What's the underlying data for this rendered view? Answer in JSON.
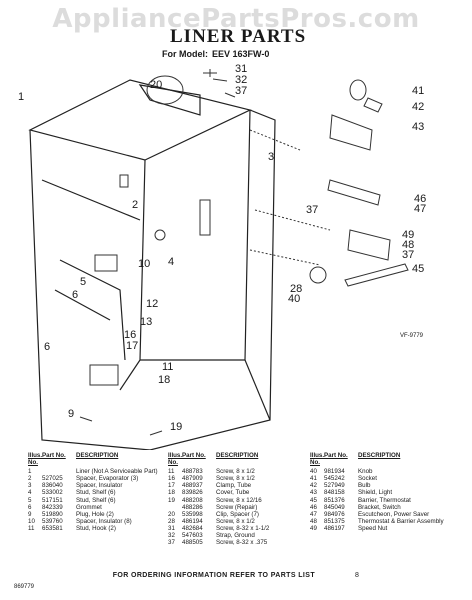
{
  "watermark": "AppliancePartsPros.com",
  "title": "LINER PARTS",
  "model": {
    "label": "For Model:",
    "value": "EEV 163FW-0"
  },
  "figure_ref": "VF-9779",
  "callouts": [
    "1",
    "2",
    "3",
    "4",
    "5",
    "6",
    "6",
    "9",
    "10",
    "11",
    "12",
    "13",
    "16",
    "17",
    "18",
    "19",
    "20",
    "28",
    "31",
    "32",
    "37",
    "37",
    "37",
    "40",
    "41",
    "42",
    "43",
    "45",
    "46",
    "47",
    "48",
    "49"
  ],
  "columns": {
    "illus": "Illus. No.",
    "part": "Part No.",
    "desc": "DESCRIPTION"
  },
  "parts": [
    {
      "no": "1",
      "part": "",
      "desc": "Liner (Not A Serviceable Part)"
    },
    {
      "no": "2",
      "part": "527025",
      "desc": "Spacer, Evaporator (3)"
    },
    {
      "no": "3",
      "part": "836040",
      "desc": "Spacer, Insulator"
    },
    {
      "no": "4",
      "part": "533002",
      "desc": "Stud, Shelf (6)"
    },
    {
      "no": "5",
      "part": "517151",
      "desc": "Stud, Shelf (6)"
    },
    {
      "no": "6",
      "part": "842339",
      "desc": "Grommet"
    },
    {
      "no": "9",
      "part": "519890",
      "desc": "Plug, Hole (2)"
    },
    {
      "no": "10",
      "part": "539760",
      "desc": "Spacer, Insulator (8)"
    },
    {
      "no": "11",
      "part": "653581",
      "desc": "Stud, Hook (2)"
    },
    {
      "no": "11",
      "part": "488783",
      "desc": "Screw, 8 x 1/2"
    },
    {
      "no": "16",
      "part": "487909",
      "desc": "Screw, 8 x 1/2"
    },
    {
      "no": "17",
      "part": "488937",
      "desc": "Clamp, Tube"
    },
    {
      "no": "18",
      "part": "839826",
      "desc": "Cover, Tube"
    },
    {
      "no": "19",
      "part": "488208",
      "desc": "Screw, 8 x 12/16"
    },
    {
      "no": "",
      "part": "488286",
      "desc": "Screw (Repair)"
    },
    {
      "no": "20",
      "part": "535998",
      "desc": "Clip, Spacer (7)"
    },
    {
      "no": "28",
      "part": "486194",
      "desc": "Screw, 8 x 1/2"
    },
    {
      "no": "31",
      "part": "482684",
      "desc": "Screw, 8-32 x 1-1/2"
    },
    {
      "no": "32",
      "part": "547603",
      "desc": "Strap, Ground"
    },
    {
      "no": "37",
      "part": "488505",
      "desc": "Screw, 8-32 x .375"
    },
    {
      "no": "40",
      "part": "981934",
      "desc": "Knob"
    },
    {
      "no": "41",
      "part": "545242",
      "desc": "Socket"
    },
    {
      "no": "42",
      "part": "527949",
      "desc": "Bulb"
    },
    {
      "no": "43",
      "part": "848158",
      "desc": "Shield, Light"
    },
    {
      "no": "45",
      "part": "851376",
      "desc": "Barrier, Thermostat"
    },
    {
      "no": "46",
      "part": "845049",
      "desc": "Bracket, Switch"
    },
    {
      "no": "47",
      "part": "984976",
      "desc": "Escutcheon, Power Saver"
    },
    {
      "no": "48",
      "part": "851375",
      "desc": "Thermostat & Barrier Assembly"
    },
    {
      "no": "49",
      "part": "486197",
      "desc": "Speed Nut"
    }
  ],
  "footer": {
    "text": "FOR ORDERING INFORMATION REFER TO PARTS LIST",
    "page": "8"
  },
  "code": "869779"
}
